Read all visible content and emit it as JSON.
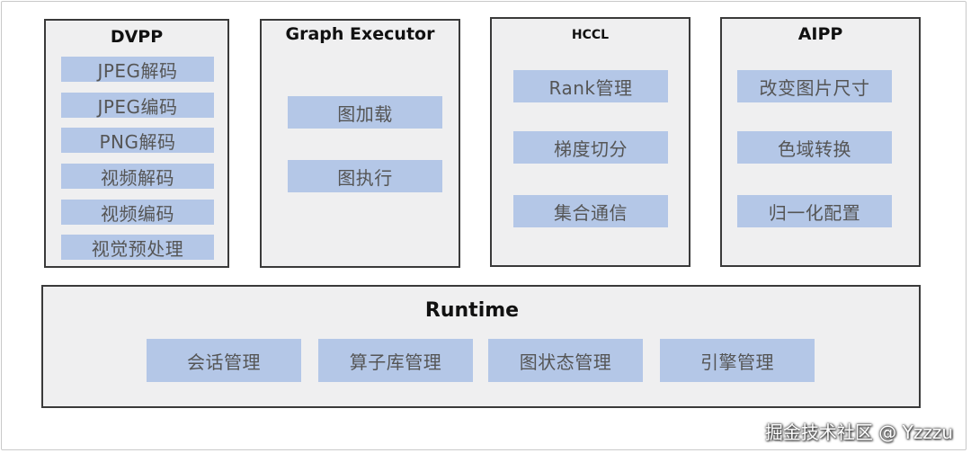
{
  "dvpp": {
    "title": "DVPP",
    "items": [
      "JPEG解码",
      "JPEG编码",
      "PNG解码",
      "视频解码",
      "视频编码",
      "视觉预处理"
    ]
  },
  "graph_executor": {
    "title": "Graph Executor",
    "items": [
      "图加载",
      "图执行"
    ]
  },
  "hccl": {
    "title": "HCCL",
    "items": [
      "Rank管理",
      "梯度切分",
      "集合通信"
    ]
  },
  "aipp": {
    "title": "AIPP",
    "items": [
      "改变图片尺寸",
      "色域转换",
      "归一化配置"
    ]
  },
  "runtime": {
    "title": "Runtime",
    "items": [
      "会话管理",
      "算子库管理",
      "图状态管理",
      "引擎管理"
    ]
  },
  "watermark": "掘金技术社区 @ Yzzzu",
  "colors": {
    "panel_bg": "#efeff0",
    "panel_border": "#3a3a3a",
    "item_bg": "#b4c7e7",
    "item_text": "#555555"
  }
}
